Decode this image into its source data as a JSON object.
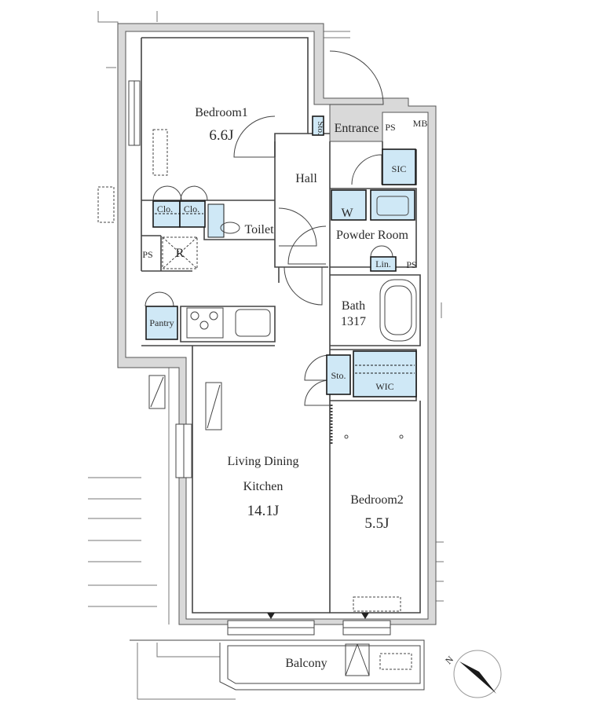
{
  "rooms": {
    "bedroom1": {
      "name": "Bedroom1",
      "size": "6.6J"
    },
    "hall": "Hall",
    "entrance": "Entrance",
    "ps_top": "PS",
    "mb": "MB",
    "sic": "SIC",
    "clo1": "Clo.",
    "clo2": "Clo.",
    "toilet": "Toilet",
    "washer": "W",
    "powder_room": "Powder Room",
    "lin": "Lin.",
    "ps_right": "PS",
    "ps_left": "PS",
    "r": "R",
    "pantry": "Pantry",
    "bath": {
      "name": "Bath",
      "size": "1317"
    },
    "sto": "Sto.",
    "sto_top": "Sto.",
    "wic": "WIC",
    "ldk": {
      "line1": "Living Dining",
      "line2": "Kitchen",
      "size": "14.1J"
    },
    "bedroom2": {
      "name": "Bedroom2",
      "size": "5.5J"
    },
    "balcony": "Balcony"
  },
  "compass": {
    "label": "N"
  },
  "colors": {
    "wall_fill": "#d9d9d9",
    "wall_line": "#555555",
    "storage": "#cfe8f6",
    "storage_line": "#1a1a1a"
  }
}
